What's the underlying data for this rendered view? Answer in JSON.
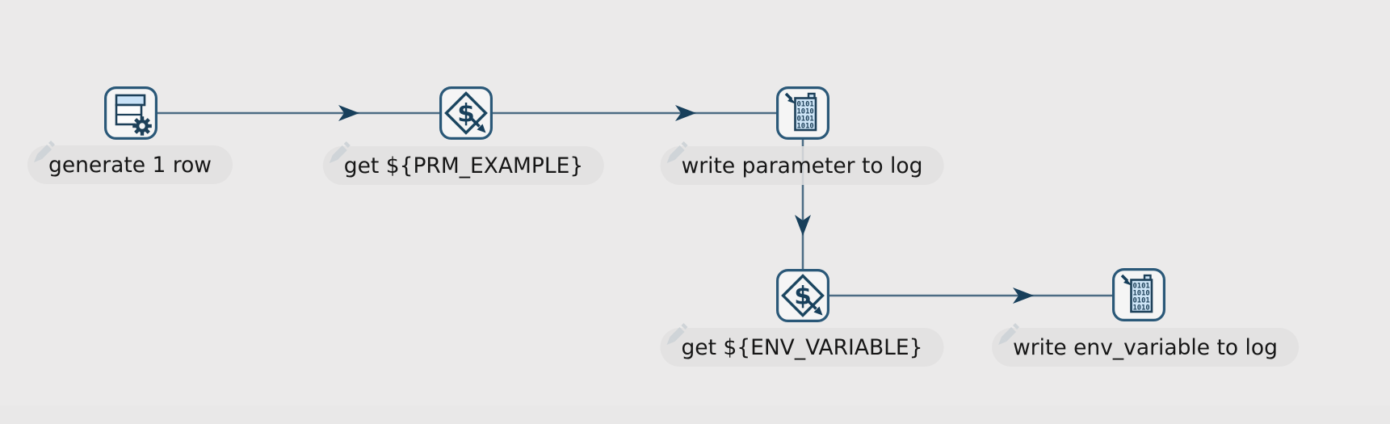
{
  "canvas": {
    "background": "#ebeaea",
    "bottom_strip": "#e9e8e8"
  },
  "colors": {
    "node_box_fill": "#f5f5f5",
    "node_box_border": "#2a5878",
    "glyph_navy": "#173f5b",
    "icon_detail_navy": "#1d4059",
    "hop_line": "#4c6c84",
    "hop_arrow": "#173f5b",
    "label_pill_bg": "#e2e1e1",
    "label_text": "#161616",
    "doc_fill": "#cde4f6",
    "table_header_fill": "#c9e2f7",
    "pencil_gray": "#cfd4d8"
  },
  "nodes": [
    {
      "id": "generate-1-row",
      "type": "generate-rows",
      "label": "generate 1 row",
      "icon": "table-grid-gear-icon"
    },
    {
      "id": "get-prm-example",
      "type": "get-variables",
      "label": "get ${PRM_EXAMPLE}",
      "icon": "dollar-diamond-arrow-icon"
    },
    {
      "id": "write-parameter-to-log",
      "type": "write-to-log",
      "label": "write parameter to log",
      "icon": "binary-document-arrow-icon"
    },
    {
      "id": "get-env-variable",
      "type": "get-variables",
      "label": "get ${ENV_VARIABLE}",
      "icon": "dollar-diamond-arrow-icon"
    },
    {
      "id": "write-env-variable-to-log",
      "type": "write-to-log",
      "label": "write env_variable to log",
      "icon": "binary-document-arrow-icon"
    }
  ],
  "connections": [
    {
      "from": "generate-1-row",
      "to": "get-prm-example",
      "direction": "right"
    },
    {
      "from": "get-prm-example",
      "to": "write-parameter-to-log",
      "direction": "right"
    },
    {
      "from": "write-parameter-to-log",
      "to": "get-env-variable",
      "direction": "down"
    },
    {
      "from": "get-env-variable",
      "to": "write-env-variable-to-log",
      "direction": "right"
    }
  ],
  "icon_glyphs": {
    "dollar": "$",
    "binary_lines": [
      "0101",
      "1010",
      "0101",
      "1010"
    ],
    "edit": "pencil-icon"
  }
}
